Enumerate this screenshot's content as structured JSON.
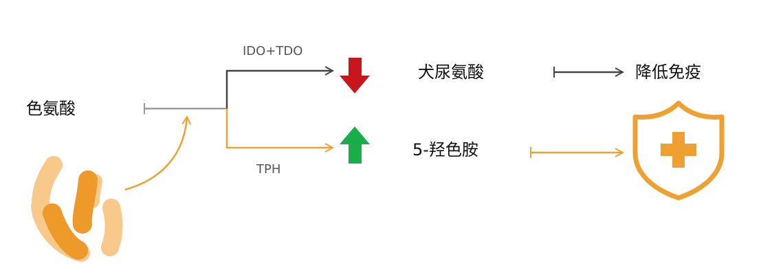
{
  "labels": {
    "tryptophan": "色氨酸",
    "ido_tdo": "IDO+TDO",
    "tph": "TPH",
    "kynurenine": "犬尿氨酸",
    "serotonin": "5-羟色胺",
    "immune_reduction": "降低免疫"
  },
  "icons": {
    "bacteria": "bacteria-icon",
    "down_arrow": "red-down-arrow-icon",
    "up_arrow": "green-up-arrow-icon",
    "shield": "shield-plus-icon"
  },
  "colors": {
    "orange": "#F0A030",
    "light_orange": "#F8C98A",
    "dark_orange": "#EE9A2A",
    "dark_grey": "#444444",
    "light_grey": "#999999",
    "red": "#C8161D",
    "green": "#1AAE4A"
  }
}
